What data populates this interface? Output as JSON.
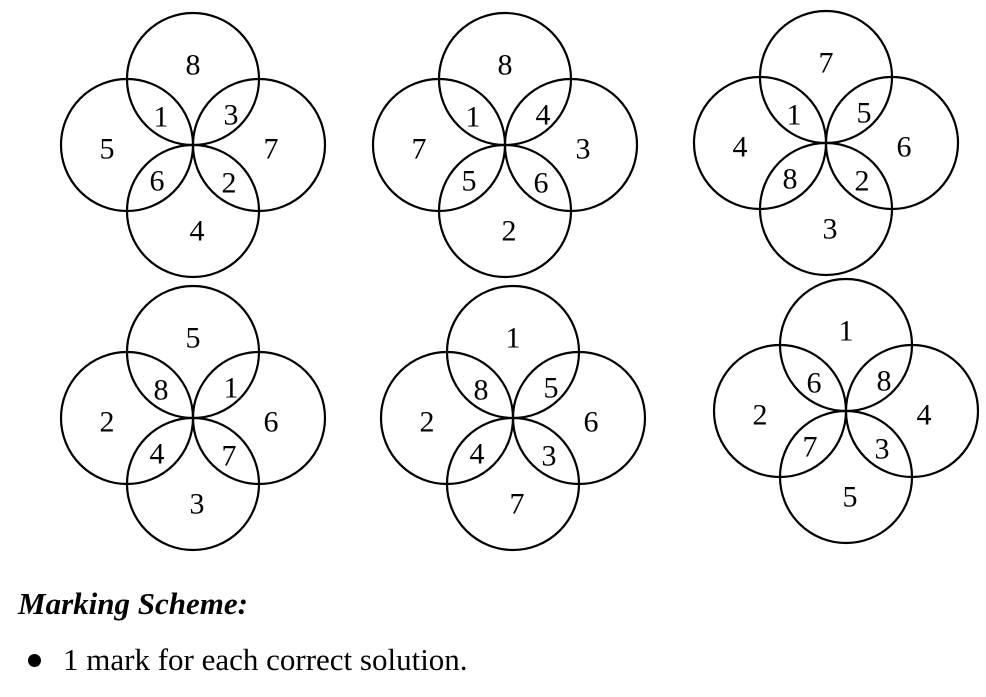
{
  "puzzles": [
    {
      "top": "8",
      "left": "5",
      "right": "7",
      "bottom": "4",
      "top_left": "1",
      "top_right": "3",
      "bottom_left": "6",
      "bottom_right": "2"
    },
    {
      "top": "8",
      "left": "7",
      "right": "3",
      "bottom": "2",
      "top_left": "1",
      "top_right": "4",
      "bottom_left": "5",
      "bottom_right": "6"
    },
    {
      "top": "7",
      "left": "4",
      "right": "6",
      "bottom": "3",
      "top_left": "1",
      "top_right": "5",
      "bottom_left": "8",
      "bottom_right": "2"
    },
    {
      "top": "5",
      "left": "2",
      "right": "6",
      "bottom": "3",
      "top_left": "8",
      "top_right": "1",
      "bottom_left": "4",
      "bottom_right": "7"
    },
    {
      "top": "1",
      "left": "2",
      "right": "6",
      "bottom": "7",
      "top_left": "8",
      "top_right": "5",
      "bottom_left": "4",
      "bottom_right": "3"
    },
    {
      "top": "1",
      "left": "2",
      "right": "4",
      "bottom": "5",
      "top_left": "6",
      "top_right": "8",
      "bottom_left": "7",
      "bottom_right": "3"
    }
  ],
  "marking_scheme": {
    "title": "Marking Scheme:",
    "items": [
      "1 mark for each correct solution."
    ]
  }
}
